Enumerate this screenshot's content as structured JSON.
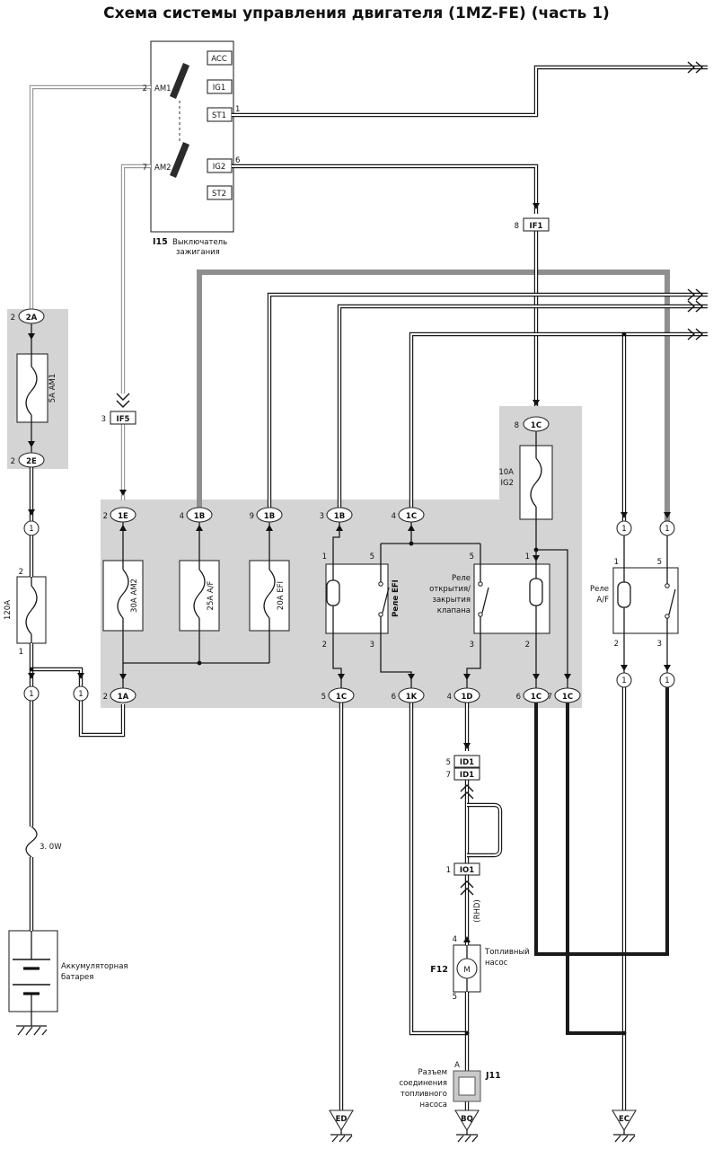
{
  "title": "Схема системы управления двигателя (1MZ-FE) (часть 1)",
  "ignition_switch": {
    "code": "I15",
    "name_line1": "Выключатель",
    "name_line2": "зажигания",
    "terminals": {
      "acc": "ACC",
      "ig1": "IG1",
      "st1": "ST1",
      "ig2": "IG2",
      "st2": "ST2",
      "am1": "AM1",
      "am2": "AM2"
    },
    "pins": {
      "am1": "2",
      "am2": "7",
      "st1": "1",
      "ig2": "6"
    }
  },
  "battery": {
    "label_line1": "Аккумуляторная",
    "label_line2": "батарея",
    "fusible_link": "3. 0W"
  },
  "fuses": {
    "f5a": "5A AM1",
    "f120": "120A",
    "f120_pin_top": "2",
    "f120_pin_bottom": "1",
    "f30": "30A AM2",
    "f25": "25A A/F",
    "f20": "20A EFI",
    "f10_line1": "10A",
    "f10_line2": "IG2"
  },
  "relays": {
    "efi": {
      "label": "Реле EFI",
      "pin_tl": "1",
      "pin_tr": "5",
      "pin_bl": "2",
      "pin_br": "3"
    },
    "valve": {
      "label_lines": [
        "Реле",
        "открытия/",
        "закрытия",
        "клапана"
      ],
      "pin_tl": "5",
      "pin_tr": "1",
      "pin_bl": "3",
      "pin_br": "2"
    },
    "af": {
      "label_line1": "Реле",
      "label_line2": "A/F",
      "pin_tl": "1",
      "pin_tr": "5",
      "pin_bl": "2",
      "pin_br": "3"
    }
  },
  "connectors": {
    "c2a": {
      "pin": "2",
      "label": "2A"
    },
    "c2e": {
      "pin": "2",
      "label": "2E"
    },
    "if5": {
      "pin": "3",
      "label": "IF5"
    },
    "if1": {
      "pin": "8",
      "label": "IF1"
    },
    "c1c8": {
      "pin": "8",
      "label": "1C"
    },
    "c1e": {
      "pin": "2",
      "label": "1E"
    },
    "c1b4": {
      "pin": "4",
      "label": "1B"
    },
    "c1b9": {
      "pin": "9",
      "label": "1B"
    },
    "c1b3": {
      "pin": "3",
      "label": "1B"
    },
    "c1c4": {
      "pin": "4",
      "label": "1C"
    },
    "c1a": {
      "pin": "2",
      "label": "1A"
    },
    "c1c5": {
      "pin": "5",
      "label": "1C"
    },
    "c1k": {
      "pin": "6",
      "label": "1K"
    },
    "c1d": {
      "pin": "4",
      "label": "1D"
    },
    "c1c6": {
      "pin": "6",
      "label": "1C"
    },
    "c1c7": {
      "pin": "7",
      "label": "1C"
    },
    "id1a": {
      "pin": "5",
      "label": "ID1"
    },
    "id1b": {
      "pin": "7",
      "label": "ID1"
    },
    "io1": {
      "pin": "1",
      "label": "IO1"
    },
    "circle": "1",
    "j11": {
      "code": "J11",
      "pin": "A",
      "label_lines": [
        "Разъем",
        "соединения",
        "топливного",
        "насоса"
      ]
    }
  },
  "fuel_pump": {
    "code": "F12",
    "motor": "M",
    "pin_top": "4",
    "pin_bottom": "5",
    "label_line1": "Топливный",
    "label_line2": "насос",
    "rhd": "(RHD)"
  },
  "grounds": {
    "ed": "ED",
    "bq": "BQ",
    "ec": "EC"
  },
  "colors": {
    "wire_gray": "#8f8f8f",
    "panel_gray": "#d4d4d4",
    "wire_black": "#1a1a1a"
  }
}
